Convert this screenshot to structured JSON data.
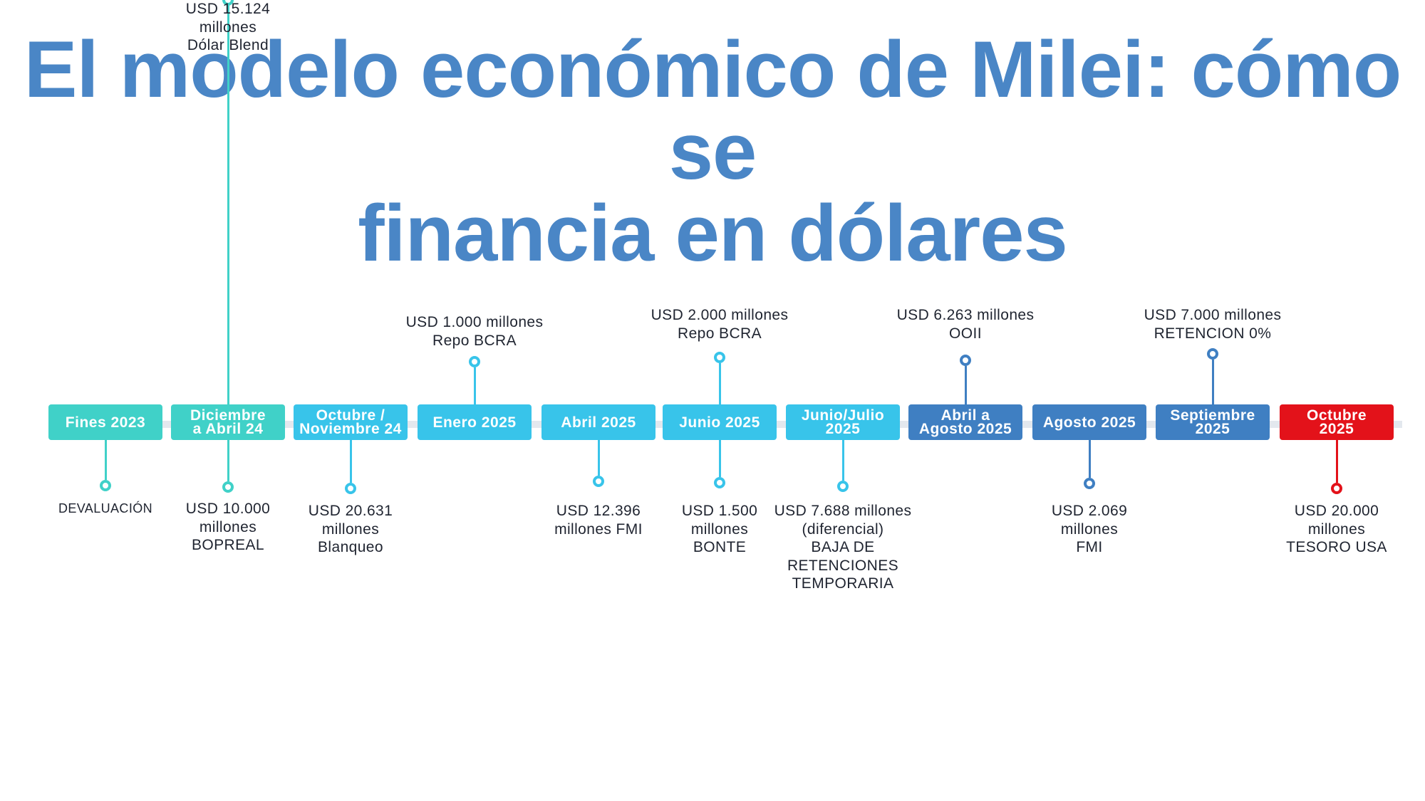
{
  "title": {
    "line1": "El modelo económico de Milei: cómo se",
    "line2": "financia en dólares"
  },
  "colors": {
    "title": "#4a86c6",
    "teal": "#40d1c8",
    "cyan": "#38c4ea",
    "blue": "#3f7fc2",
    "red": "#e3121a",
    "track": "#e3e8ee"
  },
  "events": [
    {
      "period": [
        "Fines 2023"
      ],
      "above": [],
      "below": [
        "DEVALUACIÓN"
      ]
    },
    {
      "period": [
        "Diciembre",
        "a Abril 24"
      ],
      "above": [
        "USD 15.124",
        "millones",
        "Dólar Blend"
      ],
      "below": [
        "USD 10.000",
        "millones",
        "BOPREAL"
      ]
    },
    {
      "period": [
        "Octubre /",
        "Noviembre 24"
      ],
      "above": [],
      "below": [
        "USD 20.631",
        "millones",
        "Blanqueo"
      ]
    },
    {
      "period": [
        "Enero 2025"
      ],
      "above": [
        "USD 1.000 millones",
        "Repo BCRA"
      ],
      "below": []
    },
    {
      "period": [
        "Abril 2025"
      ],
      "above": [],
      "below": [
        "USD 12.396",
        "millones FMI"
      ]
    },
    {
      "period": [
        "Junio 2025"
      ],
      "above": [
        "USD 2.000 millones",
        "Repo BCRA"
      ],
      "below": [
        "USD 1.500",
        "millones",
        "BONTE"
      ]
    },
    {
      "period": [
        "Junio/Julio",
        "2025"
      ],
      "above": [],
      "below": [
        "USD 7.688 millones",
        "(diferencial)",
        "BAJA DE",
        "RETENCIONES",
        "TEMPORARIA"
      ]
    },
    {
      "period": [
        "Abril a",
        "Agosto 2025"
      ],
      "above": [
        "USD 6.263 millones",
        "OOII"
      ],
      "below": []
    },
    {
      "period": [
        "Agosto 2025"
      ],
      "above": [],
      "below": [
        "USD 2.069",
        "millones",
        "FMI"
      ]
    },
    {
      "period": [
        "Septiembre",
        "2025"
      ],
      "above": [
        "USD 7.000 millones",
        "RETENCION 0%"
      ],
      "below": []
    },
    {
      "period": [
        "Octubre",
        "2025"
      ],
      "above": [],
      "below": [
        "USD 20.000",
        "millones",
        "TESORO USA"
      ]
    }
  ]
}
